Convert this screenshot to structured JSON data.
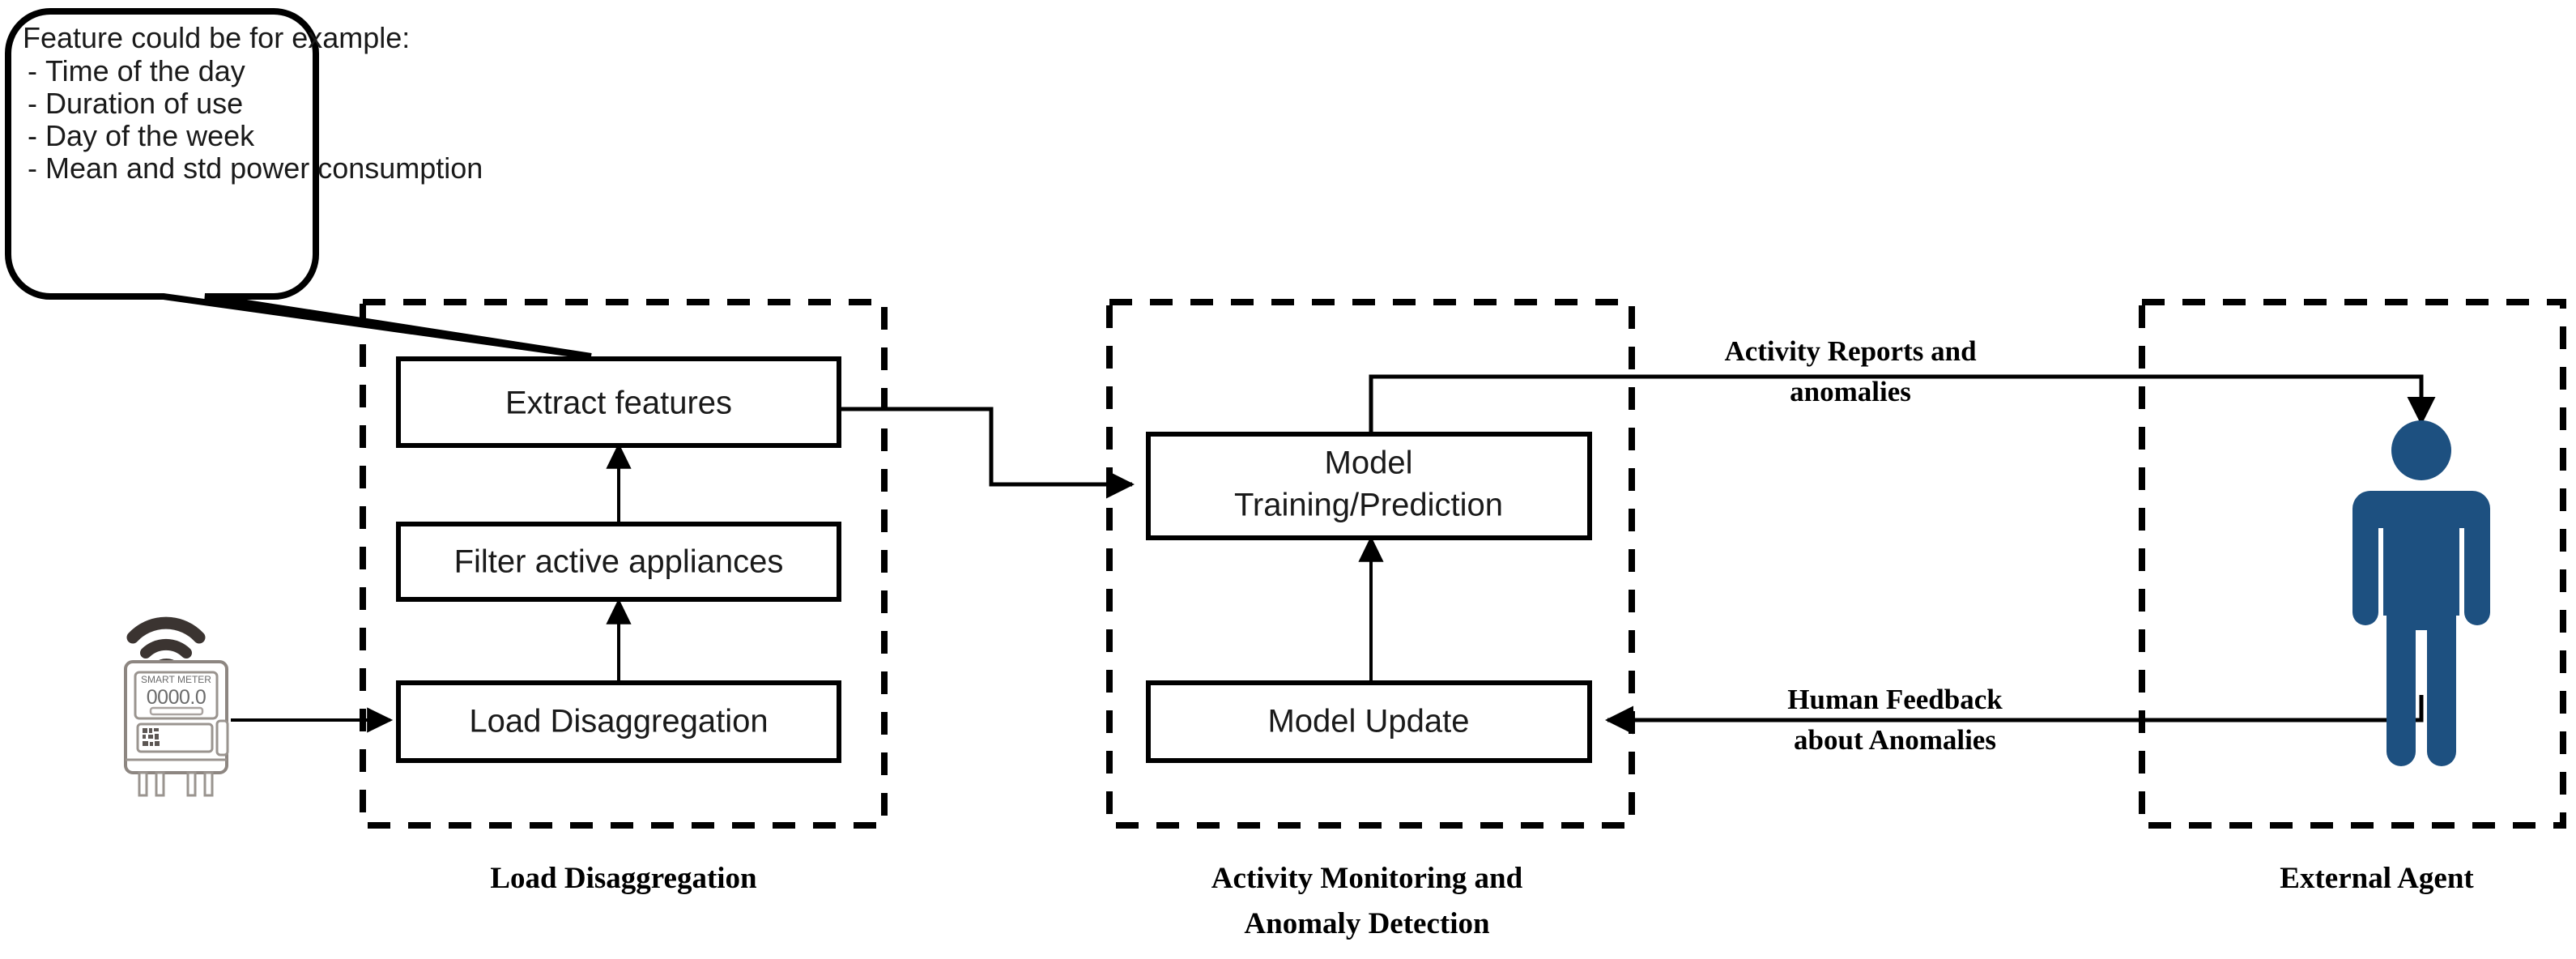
{
  "diagram": {
    "title": "Smart meter activity monitoring and anomaly detection pipeline",
    "accent_color": "#1d5080",
    "line_color": "#000000",
    "background_color": "#ffffff"
  },
  "callout": {
    "heading": "Feature could be for example:",
    "bullet_marker": "-",
    "items": [
      "Time of the day",
      "Duration of use",
      "Day of the week",
      "Mean and std power consumption"
    ]
  },
  "meter": {
    "icon_name": "smart-meter-icon",
    "title": "SMART METER",
    "reading": "0000.0",
    "wifi_icon_name": "wifi-signal-icon",
    "qr_icon_name": "qr-code-icon"
  },
  "groups": [
    {
      "id": "load-disaggregation",
      "caption_lines": [
        "Load Disaggregation"
      ]
    },
    {
      "id": "activity-monitoring",
      "caption_lines": [
        "Activity Monitoring and",
        "Anomaly Detection"
      ]
    },
    {
      "id": "external-agent",
      "caption_lines": [
        "External Agent"
      ]
    }
  ],
  "boxes": {
    "extract_features": "Extract features",
    "filter_active_appliances": "Filter active appliances",
    "load_disaggregation": "Load Disaggregation",
    "model_training_line1": "Model",
    "model_training_line2": "Training/Prediction",
    "model_update": "Model Update"
  },
  "edge_labels": {
    "activity_reports_line1": "Activity Reports and",
    "activity_reports_line2": "anomalies",
    "human_feedback_line1": "Human Feedback",
    "human_feedback_line2": "about Anomalies"
  },
  "agent": {
    "icon_name": "person-icon",
    "color": "#1d5080"
  }
}
